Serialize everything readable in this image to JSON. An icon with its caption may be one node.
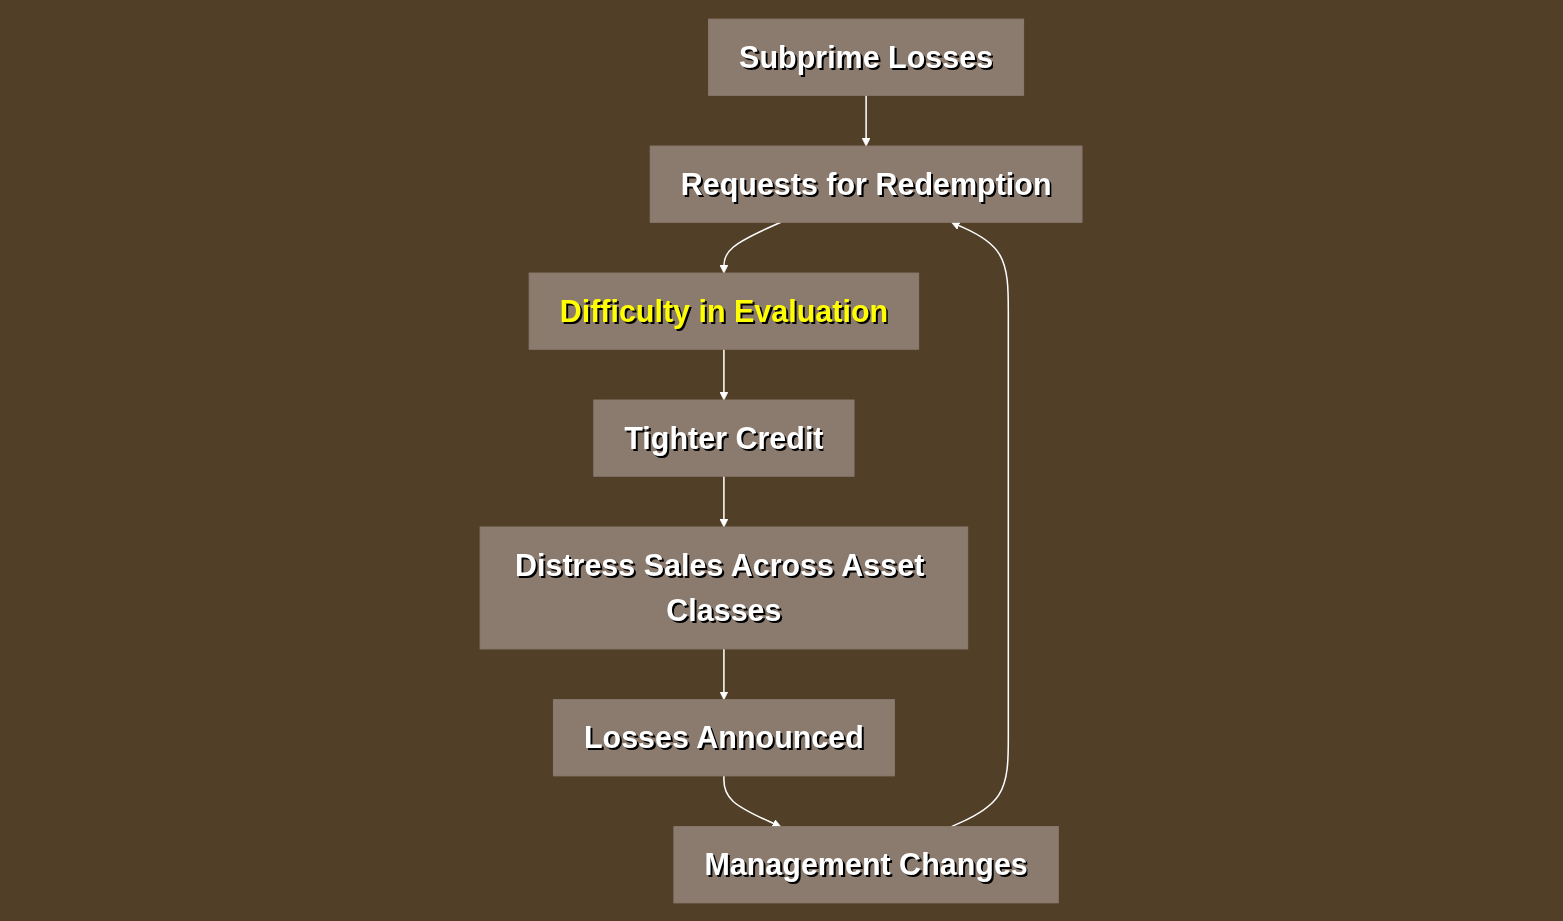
{
  "diagram": {
    "nodes": [
      {
        "text": [
          "Subprime Losses"
        ]
      },
      {
        "text": [
          "Requests for Redemption"
        ]
      },
      {
        "text": [
          "Difficulty in Evaluation"
        ]
      },
      {
        "text": [
          "Tighter Credit"
        ]
      },
      {
        "text": [
          "Distress Sales Across Asset Classes"
        ]
      },
      {
        "text": [
          "Losses Announced"
        ]
      },
      {
        "text": [
          "Management Changes"
        ]
      }
    ],
    "edges": [
      {
        "from": 0,
        "to": 1,
        "arrow": "to"
      },
      {
        "from": 1,
        "to": 2,
        "arrow": "to"
      },
      {
        "from": 2,
        "to": 3,
        "arrow": "to"
      },
      {
        "from": 3,
        "to": 4,
        "arrow": "to"
      },
      {
        "from": 4,
        "to": 5,
        "arrow": "to"
      },
      {
        "from": 5,
        "to": 6,
        "arrow": "to"
      },
      {
        "from": 6,
        "to": 1,
        "arrow": "to"
      }
    ]
  }
}
